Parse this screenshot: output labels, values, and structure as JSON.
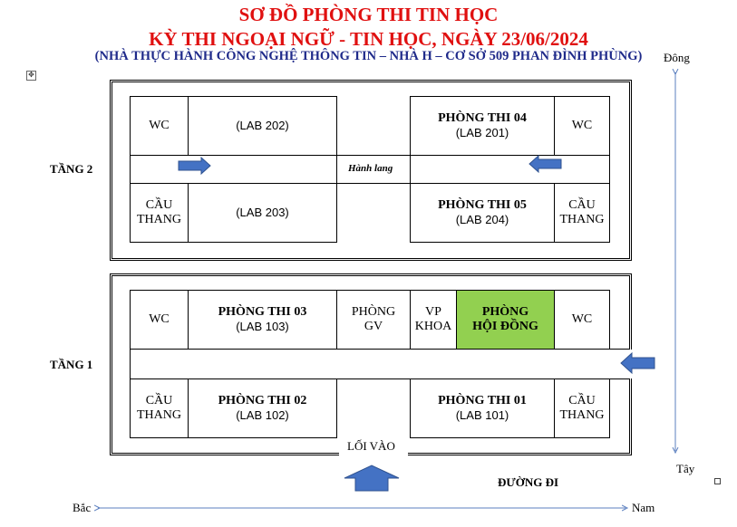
{
  "header": {
    "title1": "SƠ ĐỒ PHÒNG THI TIN HỌC",
    "title2": "KỲ THI NGOẠI NGỮ - TIN HỌC, NGÀY 23/06/2024",
    "subtitle": "(NHÀ THỰC HÀNH CÔNG NGHỆ THÔNG TIN – NHÀ H – CƠ SỞ 509 PHAN ĐÌNH PHÙNG)"
  },
  "compass": {
    "east": "Đông",
    "west": "Tây",
    "north": "Bắc",
    "south": "Nam"
  },
  "floor2": {
    "label": "TẦNG 2",
    "corridor": "Hành lang",
    "wc_left": "WC",
    "lab202": "(LAB 202)",
    "room04_name": "PHÒNG THI 04",
    "room04_lab": "(LAB 201)",
    "wc_right": "WC",
    "stairs_left_1": "CẦU",
    "stairs_left_2": "THANG",
    "lab203": "(LAB 203)",
    "room05_name": "PHÒNG THI 05",
    "room05_lab": "(LAB 204)",
    "stairs_right_1": "CẦU",
    "stairs_right_2": "THANG"
  },
  "floor1": {
    "label": "TẦNG 1",
    "wc_left": "WC",
    "room03_name": "PHÒNG THI 03",
    "room03_lab": "(LAB 103)",
    "teacher_1": "PHÒNG",
    "teacher_2": "GV",
    "office_1": "VP",
    "office_2": "KHOA",
    "council_1": "PHÒNG",
    "council_2": "HỘI ĐỒNG",
    "wc_right": "WC",
    "stairs_left_1": "CẦU",
    "stairs_left_2": "THANG",
    "room02_name": "PHÒNG THI 02",
    "room02_lab": "(LAB 102)",
    "room01_name": "PHÒNG THI 01",
    "room01_lab": "(LAB 101)",
    "stairs_right_1": "CẦU",
    "stairs_right_2": "THANG",
    "entrance": "LỐI VÀO"
  },
  "road": "ĐƯỜNG ĐI",
  "colors": {
    "title": "#e01010",
    "subtitle": "#1f2a8a",
    "arrow": "#4472c4",
    "council": "#92d050"
  }
}
